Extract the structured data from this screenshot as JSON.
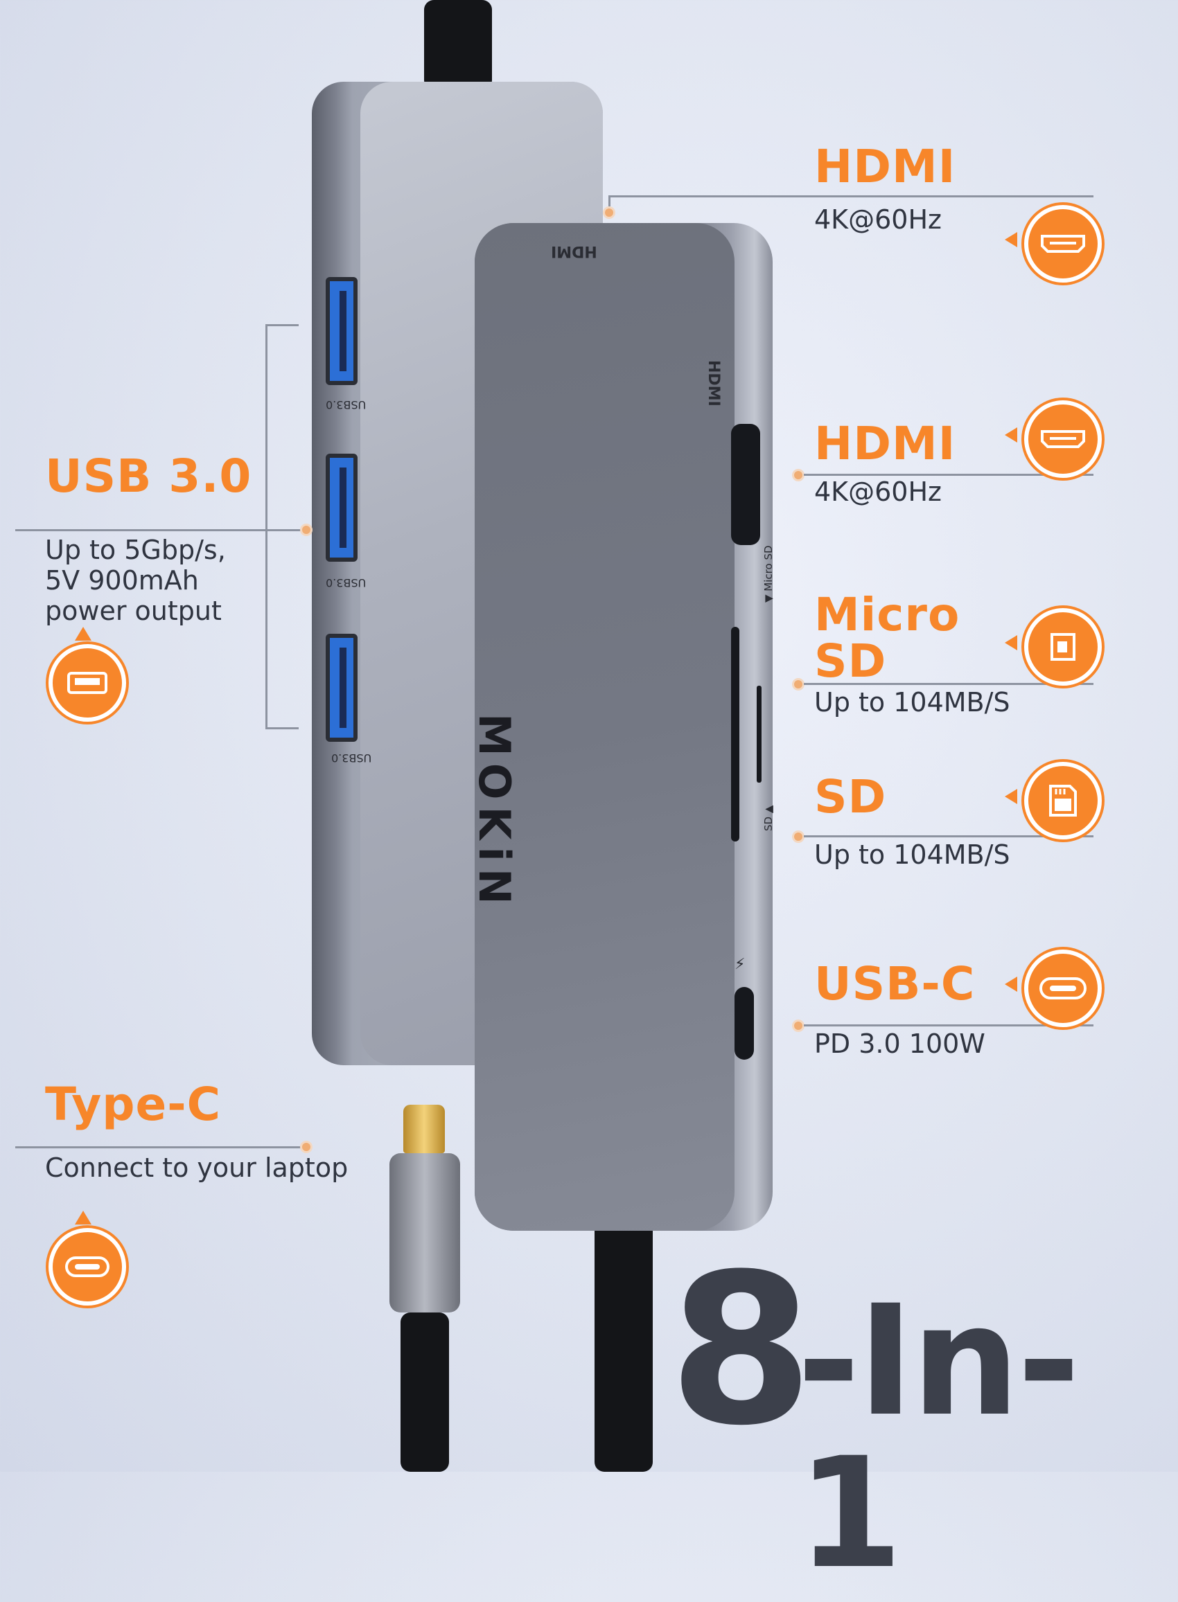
{
  "hub": {
    "brand": "MOKiN",
    "top_port_label": "HDMI",
    "side_port_label": "HDMI",
    "usb_port_label": "USB3.0",
    "micro_sd_slot_label": "▼ Micro SD",
    "sd_slot_label": "SD ▲"
  },
  "features_right": [
    {
      "title": "HDMI",
      "subtitle": "4K@60Hz",
      "icon": "hdmi-icon"
    },
    {
      "title": "HDMI",
      "subtitle": "4K@60Hz",
      "icon": "hdmi-icon"
    },
    {
      "title_line1": "Micro",
      "title_line2": "SD",
      "subtitle": "Up to 104MB/S",
      "icon": "micro-sd-icon"
    },
    {
      "title": "SD",
      "subtitle": "Up to 104MB/S",
      "icon": "sd-card-icon"
    },
    {
      "title": "USB-C",
      "subtitle": "PD 3.0 100W",
      "icon": "usb-c-icon"
    }
  ],
  "features_left": [
    {
      "title": "USB 3.0",
      "subtitle_lines": [
        "Up to 5Gbp/s,",
        "5V 900mAh",
        "power output"
      ],
      "icon": "usb-a-icon"
    },
    {
      "title": "Type-C",
      "subtitle_lines": [
        "Connect to your laptop"
      ],
      "icon": "usb-c-icon"
    }
  ],
  "headline": {
    "big_digit": "8",
    "rest": "-In-1"
  },
  "colors": {
    "accent": "#f7862a",
    "hub_gray": "#777b87",
    "text_dark": "#2f3440"
  }
}
